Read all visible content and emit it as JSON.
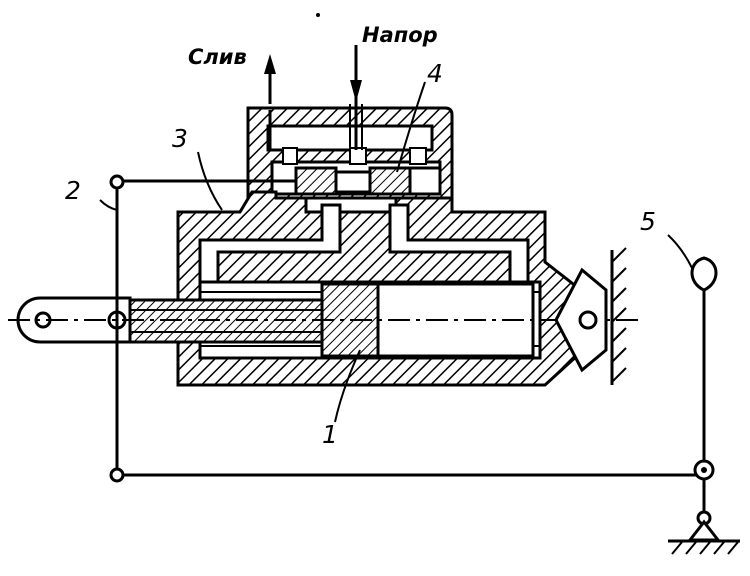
{
  "labels": {
    "drain": "Слив",
    "pressure": "Напор",
    "callout_1": "1",
    "callout_2": "2",
    "callout_3": "3",
    "callout_4": "4",
    "callout_5": "5"
  },
  "colors": {
    "ink": "#000000",
    "paper": "#ffffff"
  }
}
